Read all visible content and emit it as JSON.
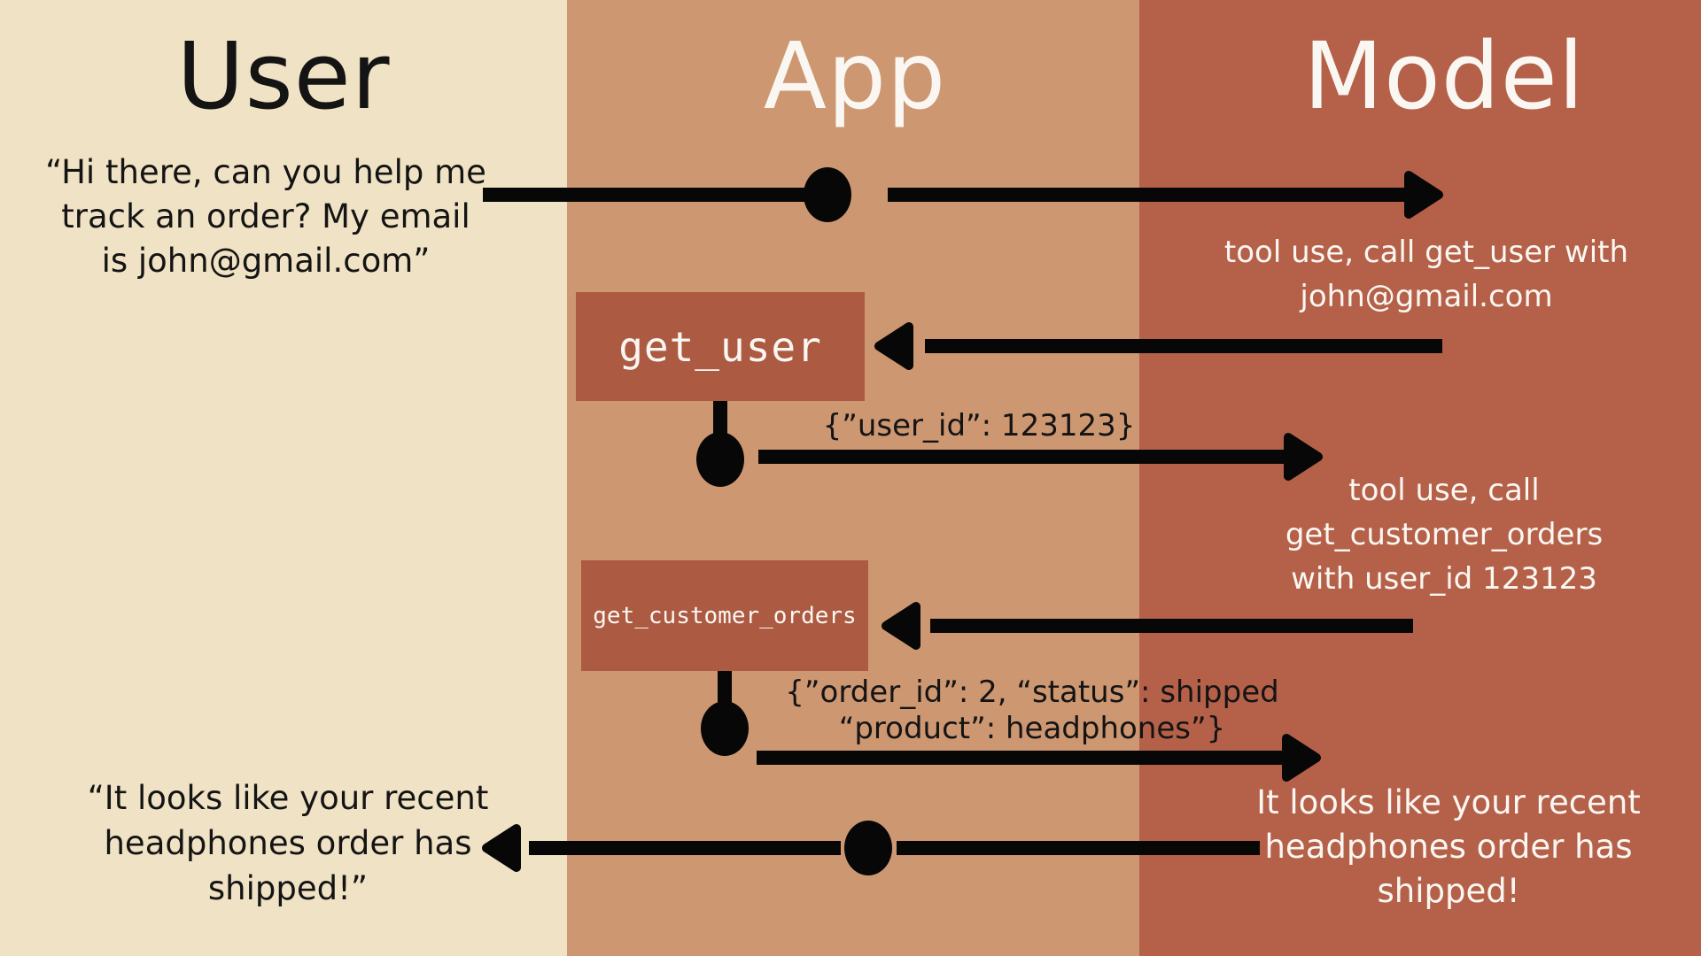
{
  "diagram": {
    "lanes": [
      {
        "id": "user",
        "label": "User"
      },
      {
        "id": "app",
        "label": "App"
      },
      {
        "id": "model",
        "label": "Model"
      }
    ],
    "colors": {
      "lane_user": "#F0E2C4",
      "lane_app": "#CD9772",
      "lane_model": "#B5614A",
      "tool_box": "#AD5A42",
      "arrow": "#070707",
      "text_dark": "#141414",
      "text_light": "#FAF7F2"
    },
    "steps": {
      "user_message": {
        "lines": [
          "“Hi there, can you help me",
          "track an order? My email",
          "is john@gmail.com”"
        ]
      },
      "model_tool_call_1": {
        "lines": [
          "tool use, call get_user with",
          "john@gmail.com"
        ]
      },
      "tool_1": {
        "name": "get_user",
        "result": "{”user_id”: 123123}"
      },
      "model_tool_call_2": {
        "lines": [
          "tool use, call",
          "get_customer_orders",
          "with user_id 123123"
        ]
      },
      "tool_2": {
        "name": "get_customer_orders",
        "result_lines": [
          "{”order_id”: 2, “status”: shipped",
          "“product”: headphones”}"
        ]
      },
      "model_reply": {
        "lines": [
          "It looks like your recent",
          "headphones order has",
          "shipped!"
        ]
      },
      "user_reply": {
        "lines": [
          "“It looks like your recent",
          "headphones order has",
          "shipped!”"
        ]
      }
    }
  }
}
